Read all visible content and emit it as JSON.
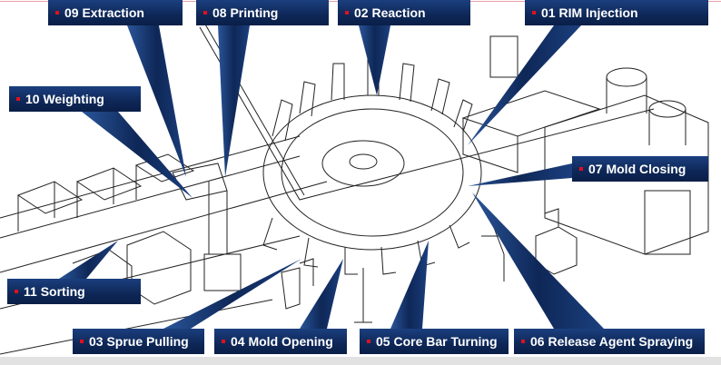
{
  "title": "RIM production line process stations",
  "callouts": [
    {
      "id": "09",
      "label": "09 Extraction"
    },
    {
      "id": "08",
      "label": "08 Printing"
    },
    {
      "id": "02",
      "label": "02 Reaction"
    },
    {
      "id": "01",
      "label": "01 RIM Injection"
    },
    {
      "id": "10",
      "label": "10 Weighting"
    },
    {
      "id": "07",
      "label": "07 Mold Closing"
    },
    {
      "id": "11",
      "label": "11 Sorting"
    },
    {
      "id": "03",
      "label": "03 Sprue Pulling"
    },
    {
      "id": "04",
      "label": "04 Mold Opening"
    },
    {
      "id": "05",
      "label": "05 Core Bar Turning"
    },
    {
      "id": "06",
      "label": "06 Release Agent Spraying"
    }
  ],
  "colors": {
    "callout": "#0e2757",
    "bullet": "#e0101e",
    "line_art": "#222222"
  }
}
